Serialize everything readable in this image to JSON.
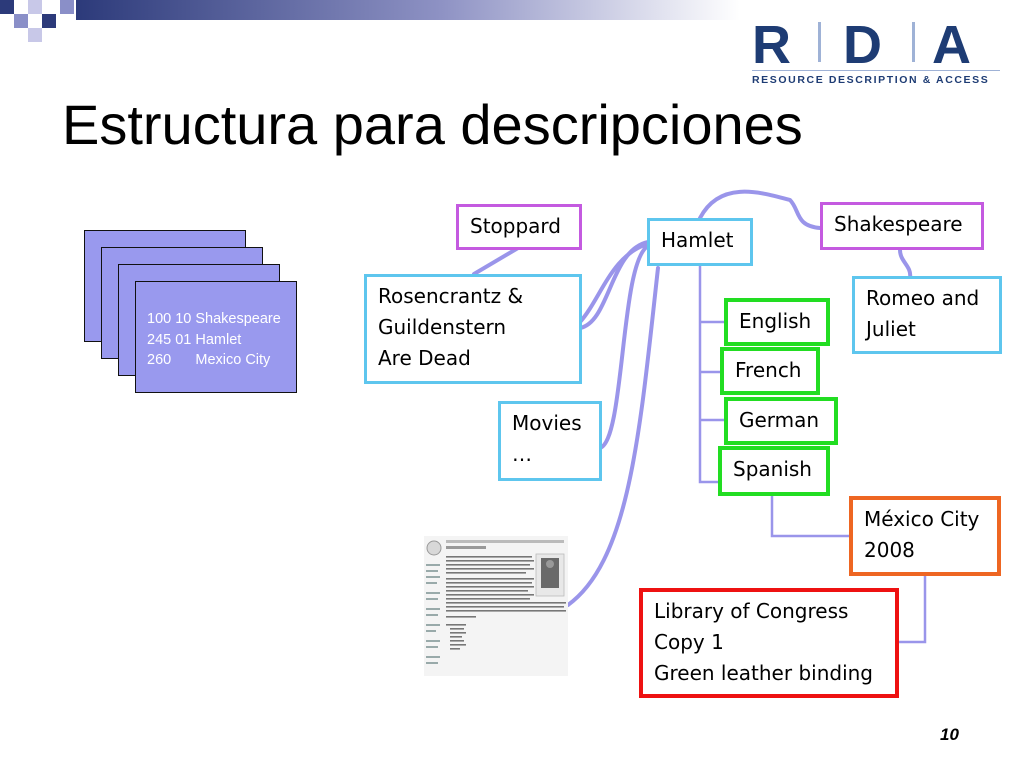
{
  "slide": {
    "title": "Estructura para descripciones",
    "page_number": "10"
  },
  "logo": {
    "letters": [
      "R",
      "D",
      "A"
    ],
    "subtitle": "RESOURCE DESCRIPTION & ACCESS",
    "color": "#1e3c74"
  },
  "record_card": {
    "lines": "100 10 Shakespeare\n245 01 Hamlet\n260      Mexico City"
  },
  "nodes": {
    "stoppard": "Stoppard",
    "rosencrantz": "Rosencrantz &\nGuildenstern\nAre Dead",
    "movies": "Movies\n…",
    "hamlet": "Hamlet",
    "shakespeare": "Shakespeare",
    "romeo": "Romeo and\nJuliet",
    "english": "English",
    "french": "French",
    "german": "German",
    "spanish": "Spanish",
    "mexico": "México City\n2008",
    "library": "Library of Congress\nCopy 1\nGreen leather binding"
  },
  "colors": {
    "work_border": "#5ec6ee",
    "person_border": "#c45ae0",
    "expression_border": "#22dd22",
    "manifestation_border": "#ee6622",
    "item_border": "#ee1111",
    "connector": "#9a95ea",
    "card_fill": "#9999ee"
  },
  "icons": {
    "wiki_thumbnail": "wikipedia-page-thumbnail"
  }
}
